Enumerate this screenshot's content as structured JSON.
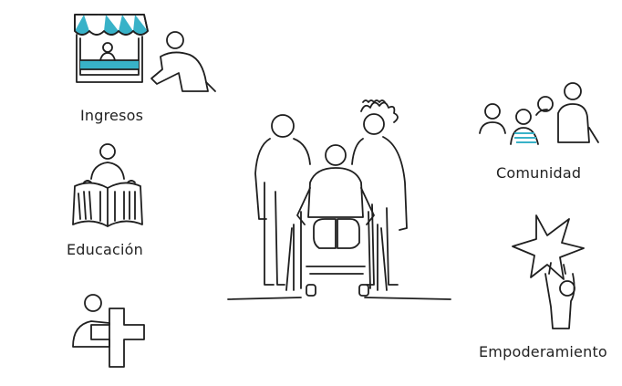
{
  "labels": {
    "ingresos": "Ingresos",
    "educacion": "Educación",
    "comunidad": "Comunidad",
    "empoderamiento": "Empoderamiento"
  },
  "colors": {
    "accent_blue": "#38b2c8",
    "accent_orange": "#f07d1a",
    "ink": "#1f1f1f"
  },
  "icons": [
    "shop-icon",
    "book-reader-icon",
    "health-cross-icon",
    "wheelchair-group-icon",
    "community-group-icon",
    "star-empowerment-icon"
  ]
}
